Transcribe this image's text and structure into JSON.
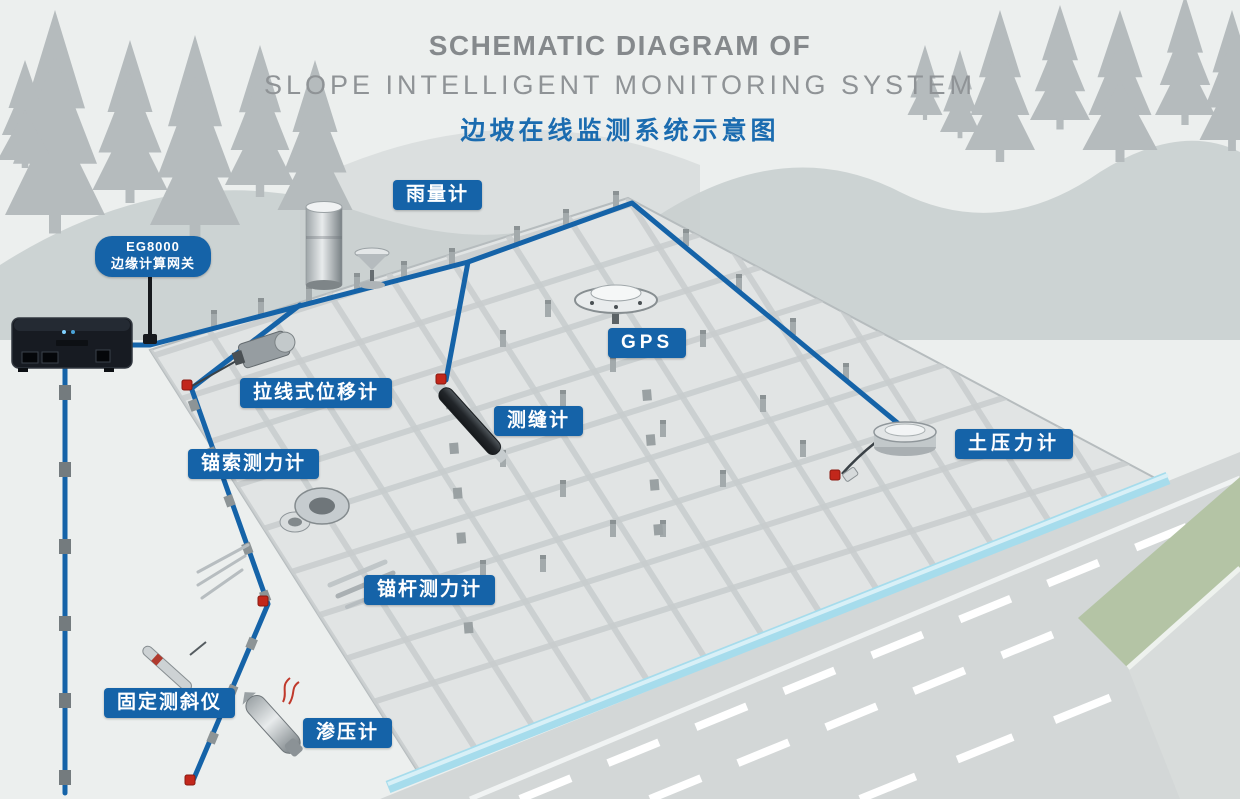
{
  "title": {
    "line1": "SCHEMATIC DIAGRAM OF",
    "line2": "SLOPE INTELLIGENT MONITORING SYSTEM",
    "line3": "边坡在线监测系统示意图"
  },
  "gateway_label": {
    "line1": "EG8000",
    "line2": "边缘计算网关"
  },
  "labels": {
    "rain_gauge": "雨量计",
    "gps": "GPS",
    "pull_wire_displacement_meter": "拉线式位移计",
    "crack_meter": "测缝计",
    "earth_pressure_cell": "土压力计",
    "anchor_cable_dynamometer": "锚索测力计",
    "anchor_rod_dynamometer": "锚杆测力计",
    "fixed_inclinometer": "固定测斜仪",
    "piezometer": "渗压计"
  },
  "colors": {
    "label_background": "#1563a8",
    "label_text": "#ffffff",
    "title_gray": "#8b9093",
    "title_blue": "#1b6cb0",
    "connection_line": "#1563a8",
    "anchor_red": "#c2271b",
    "channel_blue": "#a6dcec",
    "grass_green": "#b4c4a5",
    "slope_gray": "#e1e4e4",
    "tree_gray": "#b5bbbd"
  }
}
